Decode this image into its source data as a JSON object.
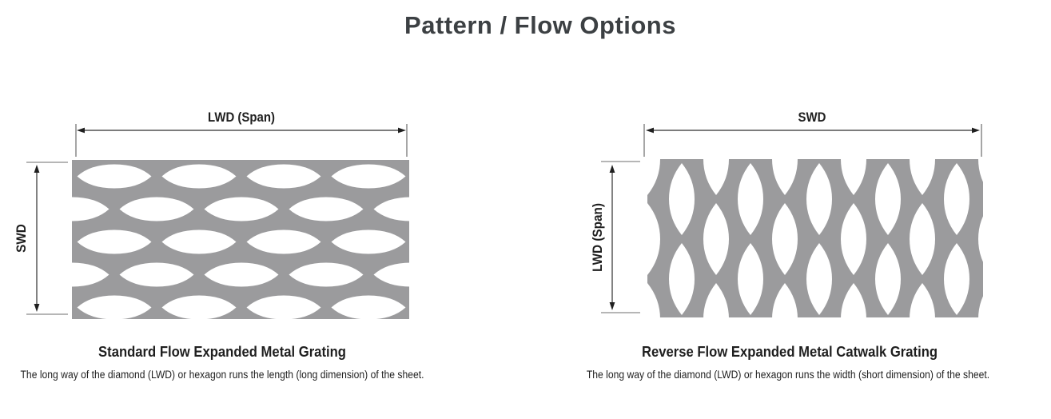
{
  "page": {
    "title": "Pattern / Flow Options"
  },
  "colors": {
    "mesh": "#9b9b9d",
    "title": "#3c4043",
    "text": "#1f1f1f"
  },
  "figures": [
    {
      "id": "standard-flow",
      "top_dimension_label": "LWD (Span)",
      "side_dimension_label": "SWD",
      "pattern_orientation": "horizontal-diamonds",
      "caption_title": "Standard Flow Expanded Metal Grating",
      "caption_text": "The long way of the diamond (LWD) or hexagon runs the length (long dimension) of the sheet."
    },
    {
      "id": "reverse-flow",
      "top_dimension_label": "SWD",
      "side_dimension_label": "LWD (Span)",
      "pattern_orientation": "vertical-diamonds",
      "caption_title": "Reverse Flow Expanded Metal Catwalk Grating",
      "caption_text": "The long way of the diamond (LWD) or hexagon runs the width (short dimension) of the sheet."
    }
  ]
}
